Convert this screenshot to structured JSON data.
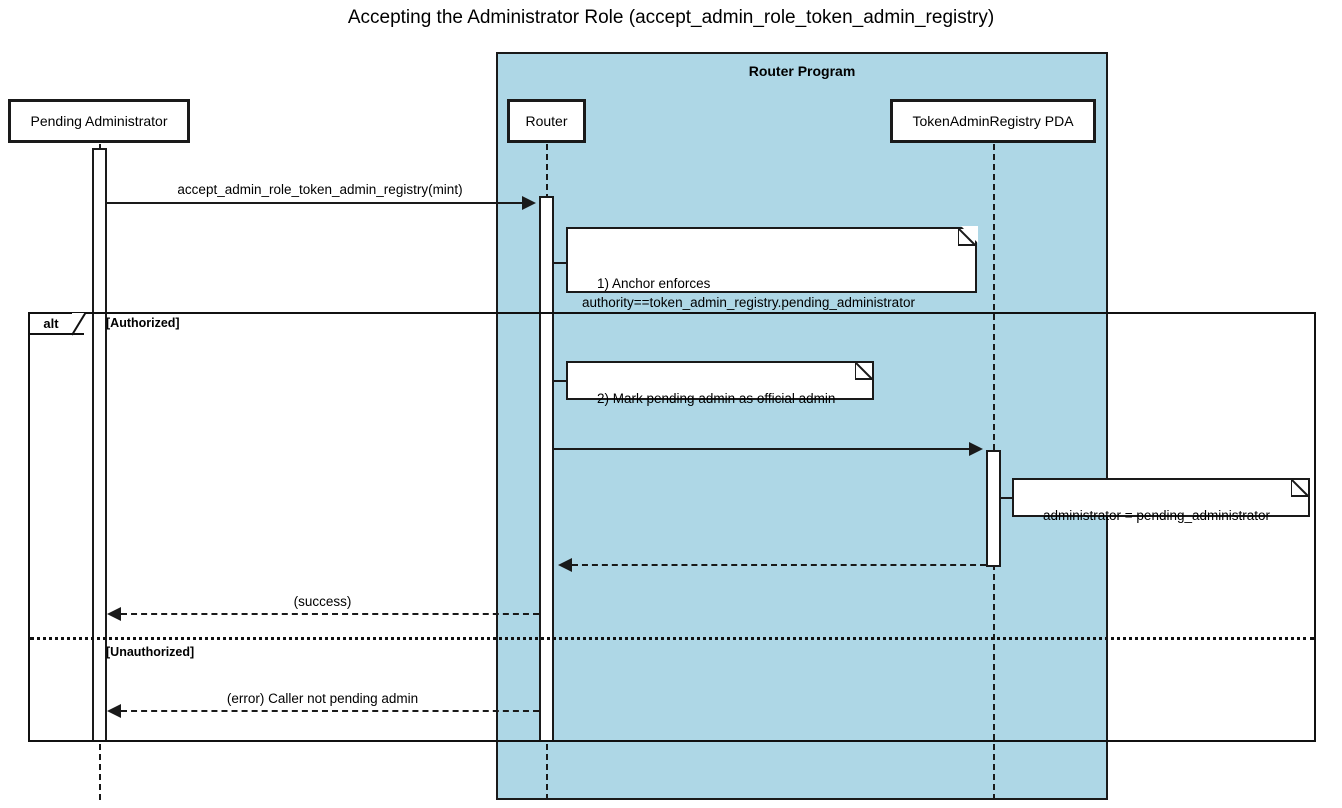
{
  "diagram": {
    "type": "uml-sequence-diagram",
    "title": "Accepting the Administrator Role (accept_admin_role_token_admin_registry)",
    "background_color": "#ffffff",
    "group_fill_color": "#aed7e6",
    "line_color": "#1a1a1a"
  },
  "group": {
    "label": "Router Program"
  },
  "participants": [
    {
      "id": "pending_admin",
      "label": "Pending Administrator"
    },
    {
      "id": "router",
      "label": "Router"
    },
    {
      "id": "registry_pda",
      "label": "TokenAdminRegistry PDA"
    }
  ],
  "messages": [
    {
      "id": "m1",
      "label": "accept_admin_role_token_admin_registry(mint)",
      "from": "pending_admin",
      "to": "router",
      "style": "solid",
      "direction": "right"
    },
    {
      "id": "m2",
      "label": "",
      "from": "router",
      "to": "registry_pda",
      "style": "solid",
      "direction": "right"
    },
    {
      "id": "m3",
      "label": "",
      "from": "registry_pda",
      "to": "router",
      "style": "dashed",
      "direction": "left"
    },
    {
      "id": "m4",
      "label": "(success)",
      "from": "router",
      "to": "pending_admin",
      "style": "dashed",
      "direction": "left"
    },
    {
      "id": "m5",
      "label": "(error) Caller not pending admin",
      "from": "router",
      "to": "pending_admin",
      "style": "dashed",
      "direction": "left"
    }
  ],
  "notes": [
    {
      "id": "n1",
      "text": "1) Anchor enforces\nauthority==token_admin_registry.pending_administrator",
      "attached_to": "router"
    },
    {
      "id": "n2",
      "text": "2) Mark pending admin as official admin",
      "attached_to": "router"
    },
    {
      "id": "n3",
      "text": "administrator = pending_administrator",
      "attached_to": "registry_pda"
    }
  ],
  "fragment": {
    "operator": "alt",
    "guards": [
      {
        "id": "g1",
        "text": "[Authorized]"
      },
      {
        "id": "g2",
        "text": "[Unauthorized]"
      }
    ]
  }
}
